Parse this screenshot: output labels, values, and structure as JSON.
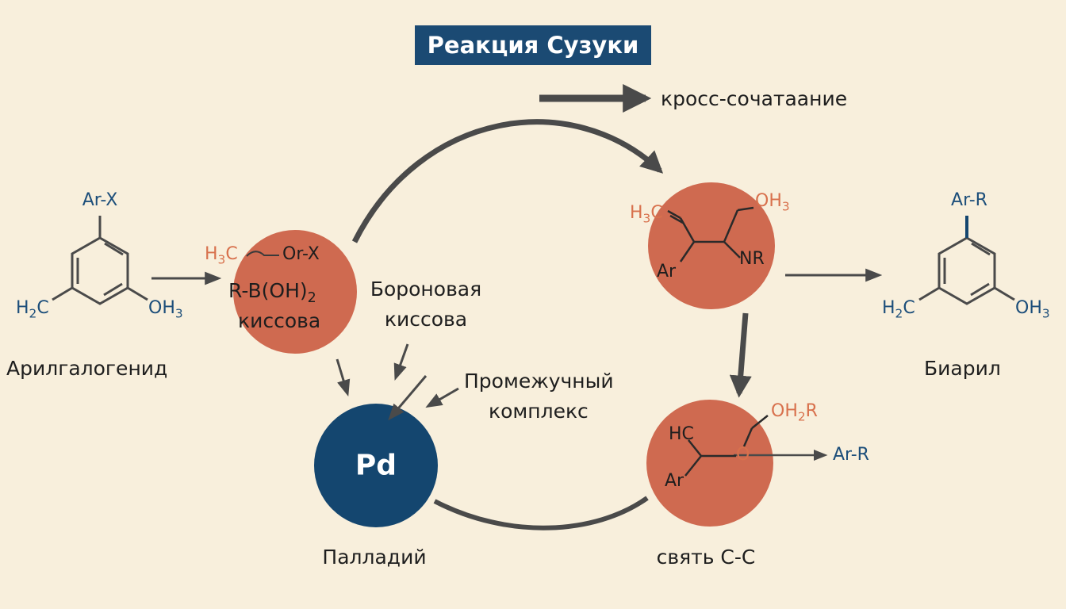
{
  "title": "Реакция Сузуки",
  "legend": {
    "label": "кросс-сочатаание"
  },
  "aryl_halide": {
    "name": "Арилгалогенид",
    "top_group": "Ar-X",
    "left_group_main": "H",
    "left_group_sub": "2",
    "left_group_end": "C",
    "right_group": "OH",
    "right_group_sub": "3"
  },
  "boronic_circle": {
    "line1_a": "H",
    "line1_sub": "3",
    "line1_b": "C",
    "line1_c": "Or-X",
    "line2_main": "R-B(OH)",
    "line2_sub": "2",
    "line3": "киссова"
  },
  "boronic_label": {
    "line1": "Бороновая",
    "line2": "киссова"
  },
  "intermediate_label": {
    "line1": "Промежучный",
    "line2": "комплекс"
  },
  "pd": {
    "symbol": "Pd",
    "name": "Палладий"
  },
  "upper_right_circle": {
    "h3c_a": "H",
    "h3c_sub": "3",
    "h3c_b": "C",
    "oh3_a": "OH",
    "oh3_sub": "3",
    "nr": "NR",
    "ar": "Ar"
  },
  "lower_right_circle": {
    "hc": "HC",
    "oh2r_a": "OH",
    "oh2r_sub": "2",
    "oh2r_b": "R",
    "o": "O",
    "ar": "Ar",
    "product_arrow_label": "Ar-R",
    "name": "свять C-C"
  },
  "biaryl": {
    "name": "Биарил",
    "top_group": "Ar-R",
    "left_group_main": "H",
    "left_group_sub": "2",
    "left_group_end": "C",
    "right_group": "OH",
    "right_group_sub": "3"
  },
  "colors": {
    "background": "#f8efdc",
    "title_bg": "#1b4a73",
    "circle_orange": "#cf6a50",
    "pd_blue": "#14466f",
    "arrow_gray": "#4a4a4a",
    "text_blue": "#1c4e7a",
    "text_orange": "#d8714d"
  }
}
